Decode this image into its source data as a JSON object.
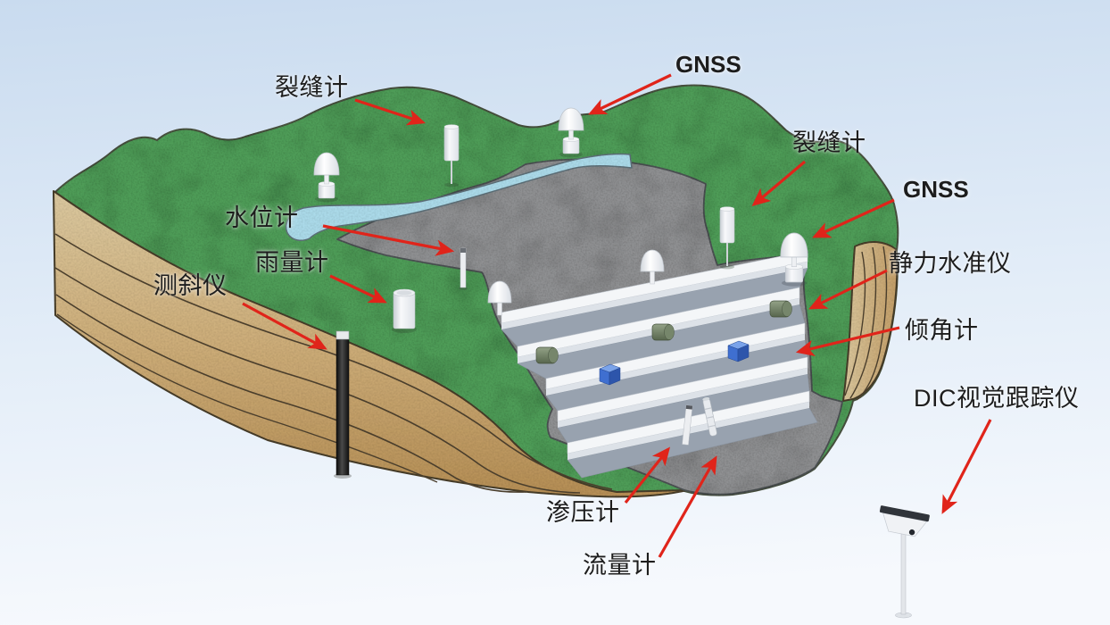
{
  "scene": {
    "labels": {
      "crack_meter_top": "裂缝计",
      "gnss_top": "GNSS",
      "crack_meter_right": "裂缝计",
      "gnss_right": "GNSS",
      "water_level": "水位计",
      "rain_gauge": "雨量计",
      "inclinometer": "测斜仪",
      "hydrostatic_level": "静力水准仪",
      "tiltmeter": "倾角计",
      "dic_tracker": "DIC视觉跟踪仪",
      "piezometer": "渗压计",
      "flow_meter": "流量计"
    },
    "colors": {
      "sky_top": "#c9dbef",
      "sky_bottom": "#f6f9fd",
      "grass": "#4f9d58",
      "landslide_rock": "#8f9092",
      "soil_light": "#dbc89f",
      "soil_dark": "#b58e55",
      "stream": "#abdae9",
      "bench_white": "#f3f5f8",
      "slope_face": "#98a2af",
      "arrow_red": "#e0241a",
      "label_text": "#1d1d1d"
    }
  }
}
